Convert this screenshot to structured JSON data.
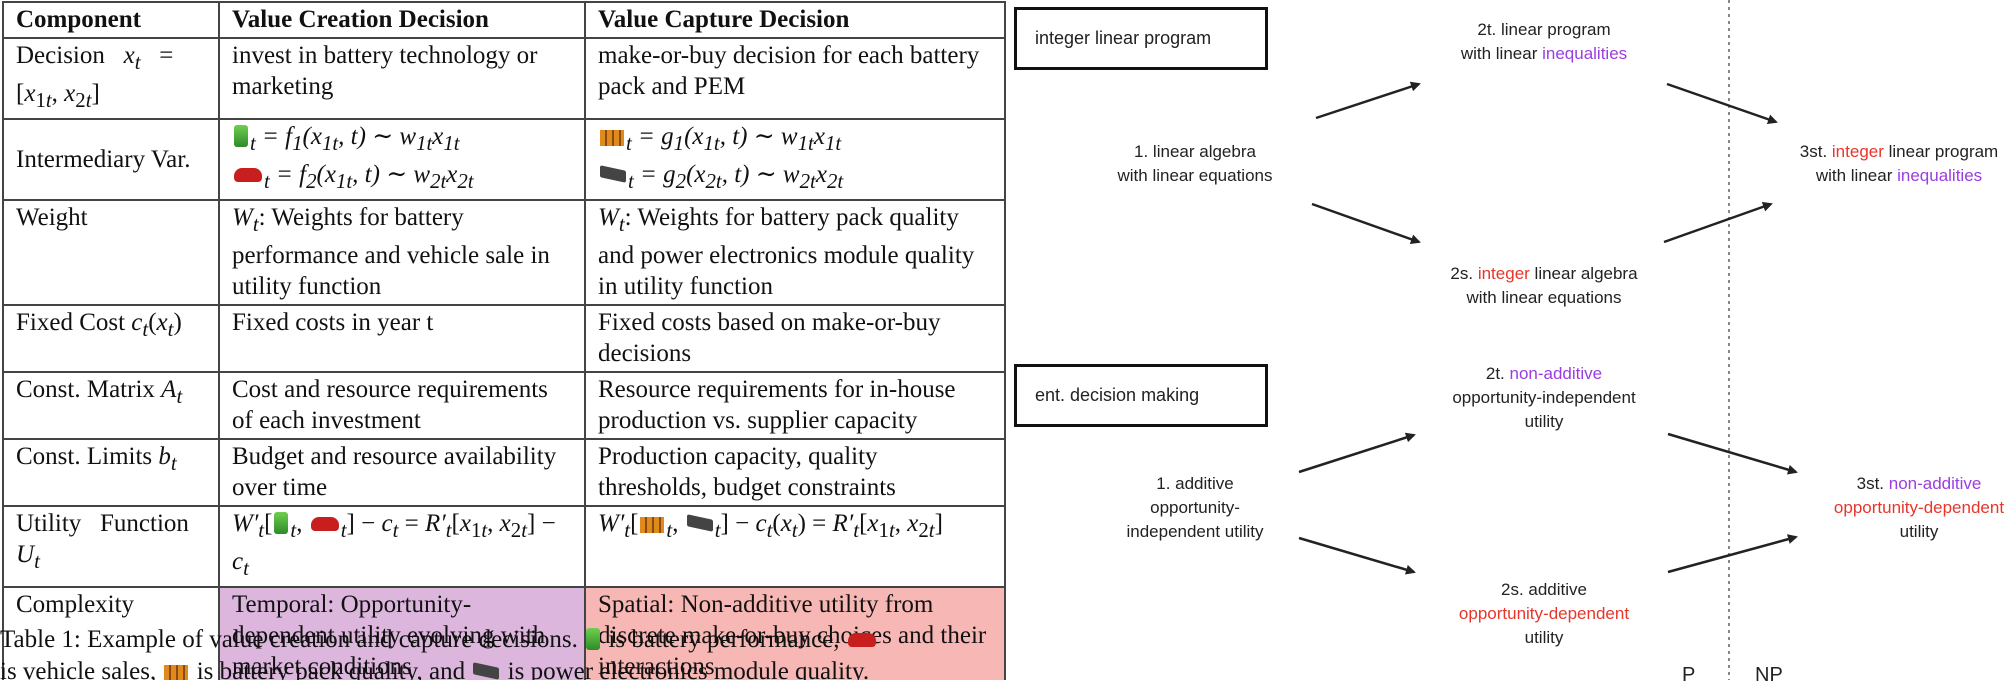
{
  "table": {
    "headers": [
      "Component",
      "Value Creation Decision",
      "Value Capture Decision"
    ],
    "rows": [
      {
        "component": "Decision x_t = [x_1t, x_2t]",
        "creation": "invest in battery technology or marketing",
        "capture": "make-or-buy decision for each battery pack and PEM"
      },
      {
        "component": "Intermediary Var.",
        "creation_line1": "_t = f_1(x_1t, t) ~ w_1t x_1t",
        "creation_line2": "_t = f_2(x_1t, t) ~ w_2t x_2t",
        "capture_line1": "_t = g_1(x_1t, t) ~ w_1t x_1t",
        "capture_line2": "_t = g_2(x_2t, t) ~ w_2t x_2t"
      },
      {
        "component": "Weight",
        "creation": "W_t: Weights for battery performance and vehicle sale in utility function",
        "capture": "W_t: Weights for battery pack quality and power electronics module quality in utility function"
      },
      {
        "component": "Fixed Cost c_t(x_t)",
        "creation": "Fixed costs in year t",
        "capture": "Fixed costs based on make-or-buy decisions"
      },
      {
        "component": "Const. Matrix A_t",
        "creation": "Cost and resource requirements of each investment",
        "capture": "Resource requirements for in-house production vs. supplier capacity"
      },
      {
        "component": "Const. Limits b_t",
        "creation": "Budget and resource availability over time",
        "capture": "Production capacity, quality thresholds, budget constraints"
      },
      {
        "component": "Utility Function U_t",
        "creation": "W'_t[ _t, _t] − c_t = R'_t[x_1t, x_2t] − c_t",
        "capture": "W'_t[ _t, _t] − c_t(x_t) = R'_t[x_1t, x_2t]"
      },
      {
        "component": "Complexity",
        "creation": "Temporal: Opportunity-dependent utility evolving with market conditions",
        "capture": "Spatial: Non-additive utility from discrete make-or-buy choices and their interactions"
      }
    ]
  },
  "caption": {
    "p1": "Table 1: Example of value creation and capture decisions.",
    "p2": "is battery performance,",
    "p3": "is vehicle sales,",
    "p4": "is battery pack quality, and",
    "p5": "is power electronics module quality."
  },
  "diagram_top": {
    "box_label": "integer linear program",
    "n1": {
      "text": "1. linear algebra",
      "line2": "with linear equations"
    },
    "n2t": {
      "line1": "2t. linear program",
      "line2a": "with linear ",
      "line2b": "inequalities"
    },
    "n2s": {
      "line1a": "2s. ",
      "line1b": "integer",
      "line1c": " linear algebra",
      "line2": "with linear equations"
    },
    "n3": {
      "line1a": "3st. ",
      "line1b": "integer",
      "line1c": " linear program",
      "line2a": "with linear ",
      "line2b": "inequalities"
    }
  },
  "diagram_bottom": {
    "box_label": "ent. decision making",
    "n1": {
      "line1": "1. additive",
      "line2": "opportunity-",
      "line3": "independent utility"
    },
    "n2t": {
      "line1a": "2t. ",
      "line1b": "non-additive",
      "line2": "opportunity-independent",
      "line3": "utility"
    },
    "n2s": {
      "line1": "2s. additive",
      "line2": "opportunity-dependent",
      "line3": "utility"
    },
    "n3": {
      "line1a": "3st. ",
      "line1b": "non-additive",
      "line2": "opportunity-dependent",
      "line3": "utility"
    }
  },
  "complexity_labels": {
    "p": "P",
    "np": "NP"
  },
  "colors": {
    "purple_cell": "#dcb6dc",
    "pink_cell": "#f7b7b4",
    "highlight_purple": "#9b3de0",
    "highlight_red": "#e8362b"
  }
}
